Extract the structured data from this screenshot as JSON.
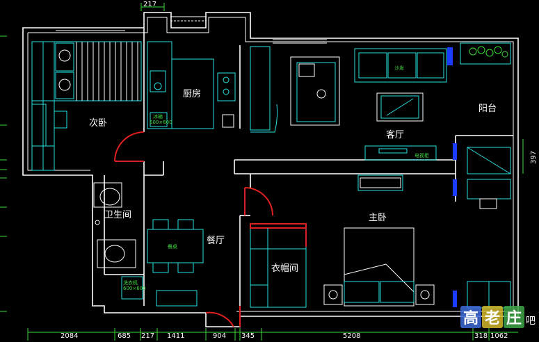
{
  "rooms": {
    "second_bedroom": "次卧",
    "kitchen": "厨房",
    "living_room": "客厅",
    "balcony": "阳台",
    "bathroom": "卫生间",
    "dining_room": "餐厅",
    "master_bedroom": "主卧",
    "cloakroom": "衣帽间"
  },
  "furniture_labels": {
    "sofa": "沙发",
    "tv_cabinet": "电视柜",
    "dining_table": "餐桌",
    "fridge": "冰箱",
    "fridge_size": "600×600",
    "washer": "洗衣机",
    "washer_size": "600×600"
  },
  "dimensions": {
    "top": "217",
    "right": "397",
    "bottom": [
      "2084",
      "685",
      "217",
      "1411",
      "904",
      "345",
      "5208",
      "318",
      "1062"
    ]
  },
  "watermark": {
    "chars": [
      "高",
      "老",
      "庄"
    ],
    "suffix": "吧"
  },
  "colors": {
    "background": "#000000",
    "wall": "#ffffff",
    "furniture": "#29e2e2",
    "dimension": "#3ddc3d",
    "door": "#e02020",
    "window_block": "#1a3cff"
  }
}
